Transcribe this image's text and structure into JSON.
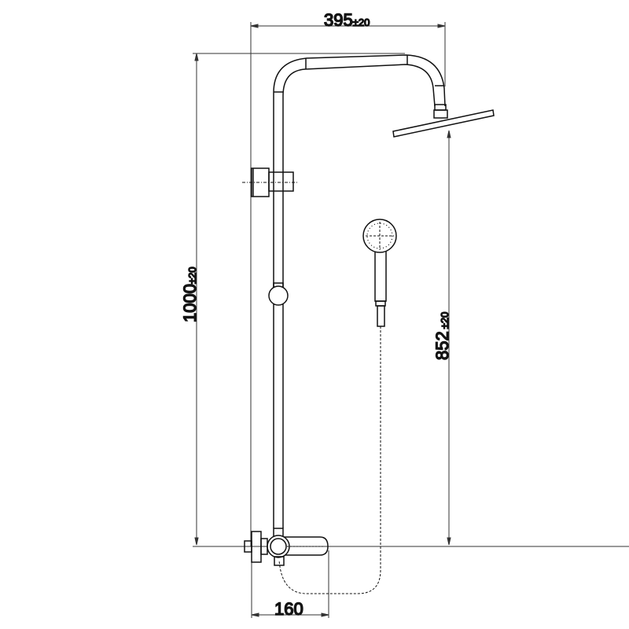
{
  "drawing": {
    "dimensions": {
      "width_top": {
        "value": "395",
        "tolerance": "±20"
      },
      "height_total": {
        "value": "1000",
        "tolerance": "±20"
      },
      "head_height": {
        "value": "852",
        "tolerance": "±20"
      },
      "mixer_width": {
        "value": "160"
      }
    },
    "colors": {
      "line": "#111111",
      "dim": "#333333"
    }
  }
}
